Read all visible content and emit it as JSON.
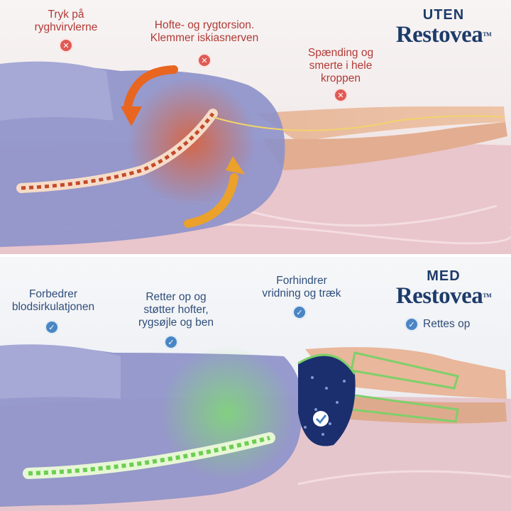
{
  "panels": {
    "without": {
      "brand_prefix": "UTEN",
      "brand_name": "Restovea",
      "trademark": "TM",
      "callouts": [
        {
          "text": "Tryk på\nryghvirvlerne",
          "status_icon": "x-icon"
        },
        {
          "text": "Hofte- og rygtorsion.\nKlemmer iskiasnerven",
          "status_icon": "x-icon"
        },
        {
          "text": "Spænding og\nsmerte i hele\nkroppen",
          "status_icon": "x-icon"
        }
      ]
    },
    "with": {
      "brand_prefix": "MED",
      "brand_name": "Restovea",
      "trademark": "TM",
      "result_text": "Rettes op",
      "callouts": [
        {
          "text": "Forbedrer\nblodsirkulatjonen",
          "status_icon": "check-icon"
        },
        {
          "text": "Retter op og\nstøtter hofter,\nrygsøjle og ben",
          "status_icon": "check-icon"
        },
        {
          "text": "Forhindrer\nvridning og træk",
          "status_icon": "check-icon"
        }
      ]
    }
  },
  "colors": {
    "negative": "#b23a36",
    "positive": "#2f4e7a",
    "brand": "#1d3b6a",
    "x_badge": "#e05a55",
    "check_badge": "#4a86c5",
    "pillow": "#1b2f6e"
  }
}
